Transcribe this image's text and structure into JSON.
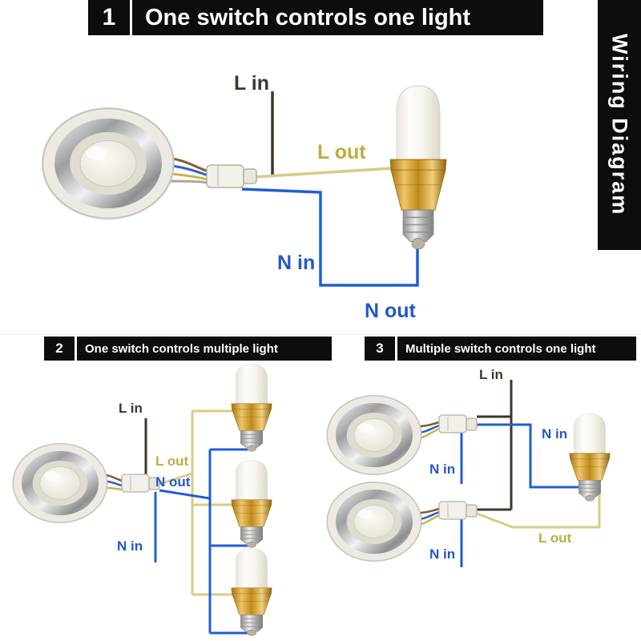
{
  "banner": {
    "text": "Wiring Diagram"
  },
  "sections": {
    "s1": {
      "number": "1",
      "title": "One switch controls one light",
      "labels": {
        "l_in": "L in",
        "l_out": "L out",
        "n_in": "N in",
        "n_out": "N out"
      }
    },
    "s2": {
      "number": "2",
      "title": "One switch controls multiple light",
      "labels": {
        "l_in": "L in",
        "l_out": "L out",
        "n_out": "N out",
        "n_in": "N in"
      }
    },
    "s3": {
      "number": "3",
      "title": "Multiple switch controls one light",
      "labels": {
        "l_in": "L in",
        "n_in_bulb": "N in",
        "n_in_sw1": "N in",
        "n_in_sw2": "N in",
        "l_out": "L out"
      }
    }
  },
  "colors": {
    "header_bg": "#0d0d0d",
    "header_text": "#ffffff",
    "live_in_wire": "#3f362c",
    "live_in_label": "#3f362c",
    "live_out_wire": "#d8cb85",
    "live_out_label": "#c2ab3e",
    "neutral_wire": "#1f5ed6",
    "neutral_label": "#2457c9"
  }
}
